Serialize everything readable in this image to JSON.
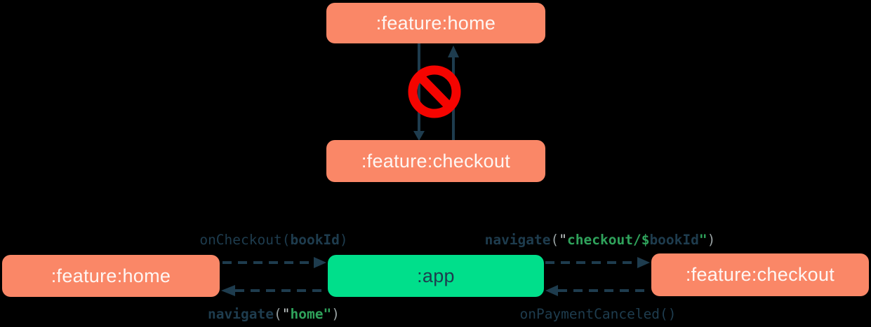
{
  "colors": {
    "background": "#000000",
    "feature_node": "#FA8767",
    "app_node": "#00DF8B",
    "node_text_light": "#FEF6F3",
    "navy": "#1E3C4E",
    "code_green": "#2FA25B",
    "code_gray": "#97A0A1",
    "code_lightgray": "#C9CFCF",
    "forbidden_red": "#F50400"
  },
  "top_diagram": {
    "home_label": ":feature:home",
    "checkout_label": ":feature:checkout",
    "forbidden_icon": "no-entry-icon"
  },
  "bottom_diagram": {
    "home_label": ":feature:home",
    "app_label": ":app",
    "checkout_label": ":feature:checkout",
    "edges": {
      "home_to_app": {
        "fn": "onCheckout(",
        "arg": "bookId",
        "close": ")"
      },
      "app_to_home": {
        "fn": "navigate",
        "open_paren": "(",
        "open_quote": "\"",
        "str": "home",
        "close_quote": "\"",
        "close_paren": ")"
      },
      "app_to_checkout": {
        "fn": "navigate",
        "open_paren": "(",
        "open_quote": "\"",
        "str": "checkout/",
        "dollar": "$",
        "var": "bookId",
        "close_quote": "\"",
        "close_paren": ")"
      },
      "checkout_to_app": {
        "fn": "onPaymentCanceled()"
      }
    }
  }
}
